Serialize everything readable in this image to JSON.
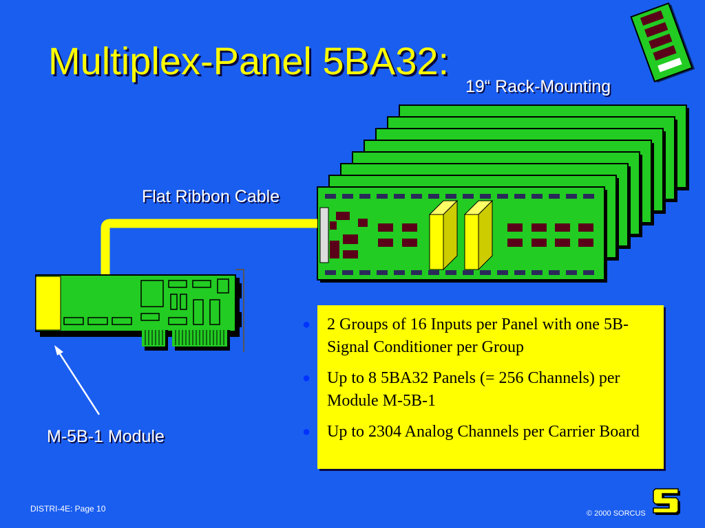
{
  "slide": {
    "title": "Multiplex-Panel 5BA32:",
    "rack_label": "19“ Rack-Mounting",
    "cable_label": "Flat Ribbon Cable",
    "module_label": "M-5B-1 Module",
    "bullets": [
      "2 Groups of 16 Inputs per Panel with one 5B-Signal Conditioner per Group",
      "Up to 8 5BA32 Panels (= 256 Channels) per Module M-5B-1",
      "Up to  2304 Analog Channels per Carrier Board"
    ],
    "footer_left": "DISTRI-4E: Page 10",
    "footer_right": "© 2000  SORCUS"
  },
  "icons": {
    "bullet": "bullet-dot-icon",
    "memory": "memory-module-icon",
    "logo": "sorcus-logo-icon"
  },
  "colors": {
    "background": "#1a5ef0",
    "title": "#ffff00",
    "box": "#ffff00",
    "board": "#22cc22",
    "chip": "#5a0018"
  }
}
